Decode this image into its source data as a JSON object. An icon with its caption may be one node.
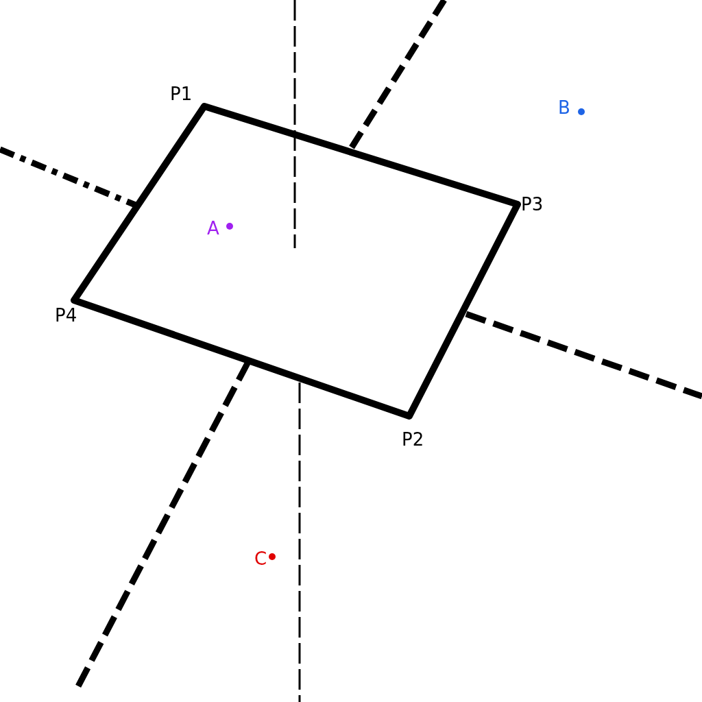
{
  "diagram": {
    "labels": [
      "P1",
      "B",
      "P3",
      "A",
      "P4",
      "P2",
      "C"
    ]
  }
}
